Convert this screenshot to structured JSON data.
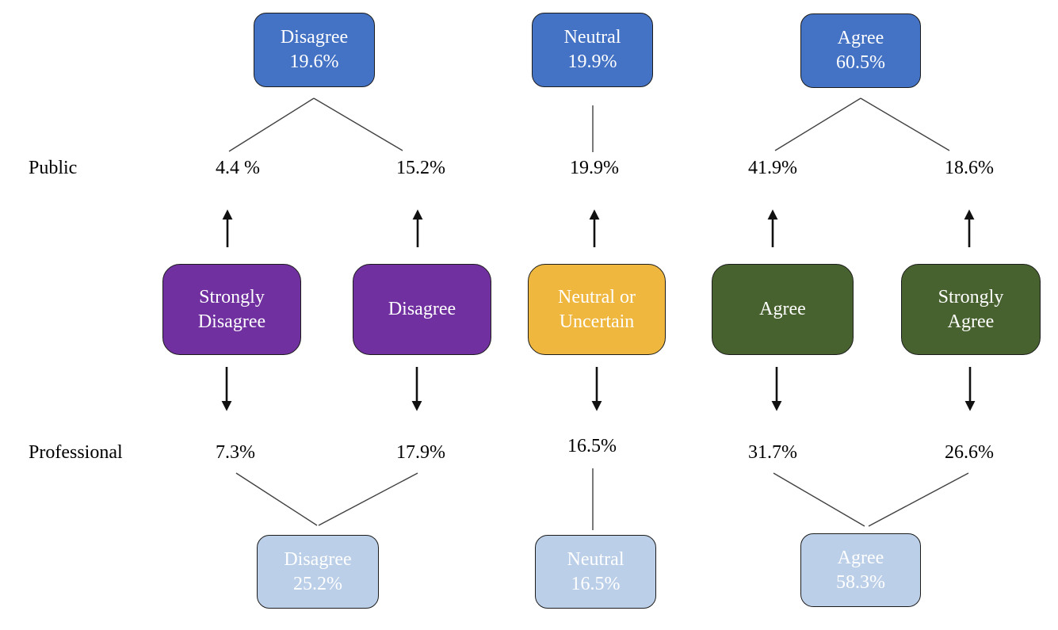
{
  "colors": {
    "top_box_fill": "#4472C4",
    "bottom_box_fill": "#BCCFE8",
    "strongly_disagree_fill": "#7030A0",
    "disagree_fill": "#7030A0",
    "neutral_fill": "#EFB73E",
    "agree_fill": "#47622E",
    "strongly_agree_fill": "#47622E",
    "box_border": "#1c1c1c",
    "connector_line": "#404040",
    "arrow": "#111111",
    "box_text": "#ffffff",
    "label_text": "#000000"
  },
  "row_labels": {
    "public": "Public",
    "professional": "Professional"
  },
  "top_boxes": [
    {
      "label": "Disagree",
      "pct": "19.6%"
    },
    {
      "label": "Neutral",
      "pct": "19.9%"
    },
    {
      "label": "Agree",
      "pct": "60.5%"
    }
  ],
  "middle_boxes": [
    {
      "label": "Strongly Disagree"
    },
    {
      "label": "Disagree"
    },
    {
      "label": "Neutral or Uncertain"
    },
    {
      "label": "Agree"
    },
    {
      "label": "Strongly Agree"
    }
  ],
  "public_pcts": [
    "4.4 %",
    "15.2%",
    "19.9%",
    "41.9%",
    "18.6%"
  ],
  "professional_pcts": [
    "7.3%",
    "17.9%",
    "16.5%",
    "31.7%",
    "26.6%"
  ],
  "bottom_boxes": [
    {
      "label": "Disagree",
      "pct": "25.2%"
    },
    {
      "label": "Neutral",
      "pct": "16.5%"
    },
    {
      "label": "Agree",
      "pct": "58.3%"
    }
  ]
}
